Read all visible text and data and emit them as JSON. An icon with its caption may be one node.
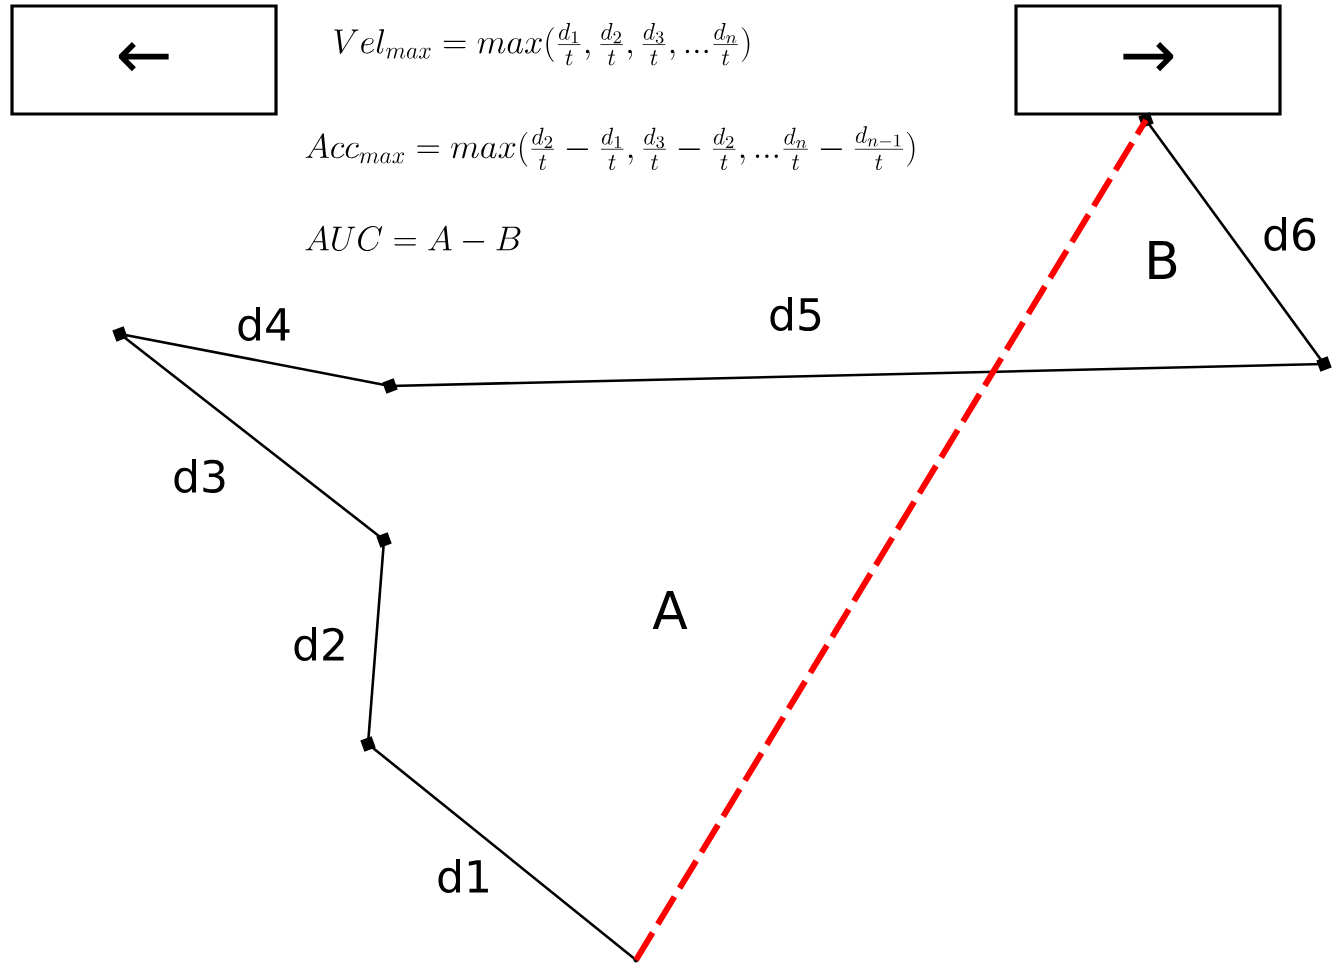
{
  "diagram": {
    "nodes": [
      {
        "text": [
          "←"
        ]
      },
      {
        "text": [
          "→"
        ]
      },
      {
        "text": [],
        "shape": "point"
      },
      {
        "text": [],
        "shape": "dot"
      },
      {
        "text": [],
        "shape": "dot"
      },
      {
        "text": [],
        "shape": "dot"
      },
      {
        "text": [],
        "shape": "dot"
      },
      {
        "text": [],
        "shape": "dot"
      },
      {
        "text": [],
        "shape": "dot"
      }
    ],
    "edges": [
      {
        "from": 2,
        "to": 3,
        "arrow": "none",
        "label": "d1"
      },
      {
        "from": 3,
        "to": 4,
        "arrow": "none",
        "label": "d2"
      },
      {
        "from": 4,
        "to": 5,
        "arrow": "none",
        "label": "d3"
      },
      {
        "from": 5,
        "to": 6,
        "arrow": "none",
        "label": "d4"
      },
      {
        "from": 6,
        "to": 7,
        "arrow": "none",
        "label": "d5"
      },
      {
        "from": 7,
        "to": 8,
        "arrow": "none",
        "label": "d6"
      },
      {
        "from": 2,
        "to": 8,
        "arrow": "none",
        "style": "dashed",
        "color": "#ff0000"
      }
    ],
    "labels": [
      "Vel_{max} = max(\\frac{d_1}{t}, \\frac{d_2}{t}, \\frac{d_3}{t}, ...\\frac{d_n}{t})",
      "Acc_{max} = max(\\frac{d_2}{t} - \\frac{d_1}{t}, \\frac{d_3}{t} - \\frac{d_2}{t}, ...\\frac{d_n}{t} - \\frac{d_{n-1}}{t})",
      "AUC = A - B",
      "A",
      "B"
    ]
  }
}
